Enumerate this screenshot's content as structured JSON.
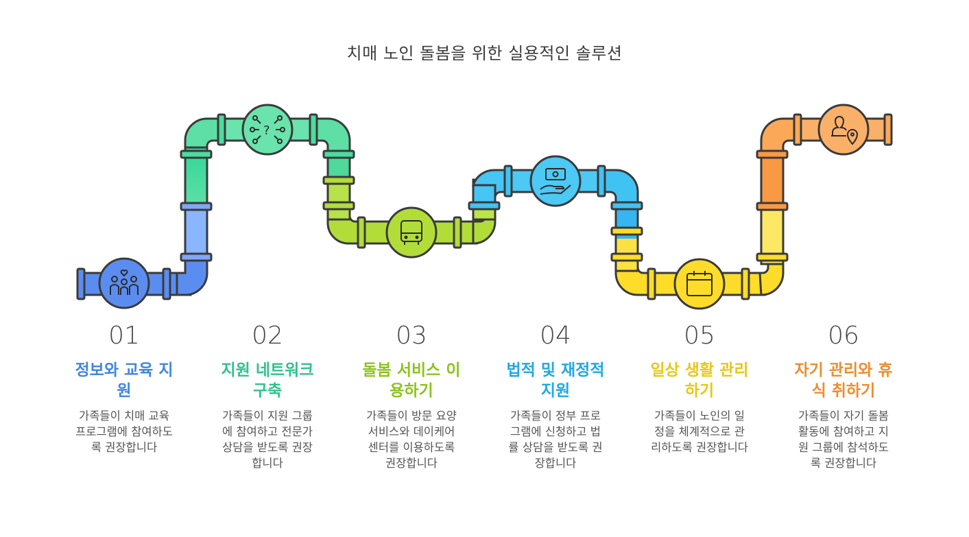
{
  "title": "치매 노인 돌봄을 위한 실용적인 솔루션",
  "steps": [
    {
      "number": "01",
      "heading_lines": [
        "정보와 교육 지",
        "원"
      ],
      "desc_lines": [
        "가족들이 치매 교육",
        "프로그램에 참여하도",
        "록 권장합니다"
      ],
      "color": "#3f86e0",
      "icon": "family-icon"
    },
    {
      "number": "02",
      "heading_lines": [
        "지원 네트워크",
        "구축"
      ],
      "desc_lines": [
        "가족들이 지원 그룹",
        "에 참여하고 전문가",
        "상담을 받도록 권장",
        "합니다"
      ],
      "color": "#2fc28c",
      "icon": "network-question-icon"
    },
    {
      "number": "03",
      "heading_lines": [
        "돌봄 서비스 이",
        "용하기"
      ],
      "desc_lines": [
        "가족들이 방문 요양",
        "서비스와 데이케어",
        "센터를 이용하도록",
        "권장합니다"
      ],
      "color": "#8cc31e",
      "icon": "bus-icon"
    },
    {
      "number": "04",
      "heading_lines": [
        "법적 및 재정적",
        "지원"
      ],
      "desc_lines": [
        "가족들이 정부 프로",
        "그램에 신청하고 법",
        "률 상담을 받도록 권",
        "장합니다"
      ],
      "color": "#1fa8e6",
      "icon": "money-hand-icon"
    },
    {
      "number": "05",
      "heading_lines": [
        "일상 생활 관리",
        "하기"
      ],
      "desc_lines": [
        "가족들이 노인의 일",
        "정을 체계적으로 관",
        "리하도록 권장합니다"
      ],
      "color": "#e8c71a",
      "icon": "calendar-icon"
    },
    {
      "number": "06",
      "heading_lines": [
        "자기 관리와 휴",
        "식 취하기"
      ],
      "desc_lines": [
        "가족들이 자기 돌봄",
        "활동에 참여하고 지",
        "원 그룹에 참석하도",
        "록 권장합니다"
      ],
      "color": "#ee8c2f",
      "icon": "person-location-icon"
    }
  ],
  "pipe_colors": [
    "#5b9cf2",
    "#4fdba0",
    "#b2dd39",
    "#3cc4f3",
    "#fddc2a",
    "#fba958"
  ]
}
